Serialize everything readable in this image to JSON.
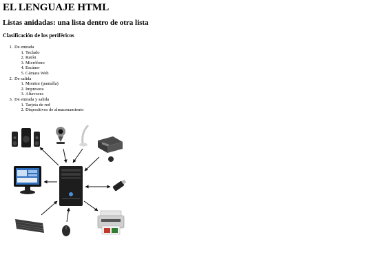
{
  "title": "EL LENGUAJE HTML",
  "subtitle": "Listas anidadas: una lista dentro de otra lista",
  "section_heading": "Clasificación de los periféricos",
  "categories": [
    {
      "label": "De entrada",
      "items": [
        "Teclado",
        "Ratón",
        "Micrófono",
        "Escáner",
        "Cámara Web"
      ]
    },
    {
      "label": "De salida",
      "items": [
        "Monitor (pantalla)",
        "Impresora",
        "Altavoces"
      ]
    },
    {
      "label": "De entrada y salida",
      "items": [
        "Tarjeta de red",
        "Dispositivos de almacenamiento"
      ]
    }
  ],
  "diagram": {
    "center": "computer-tower",
    "peripherals": [
      "speakers",
      "webcam",
      "microphone",
      "scanner",
      "monitor",
      "usb-drive",
      "keyboard",
      "mouse",
      "printer"
    ]
  }
}
